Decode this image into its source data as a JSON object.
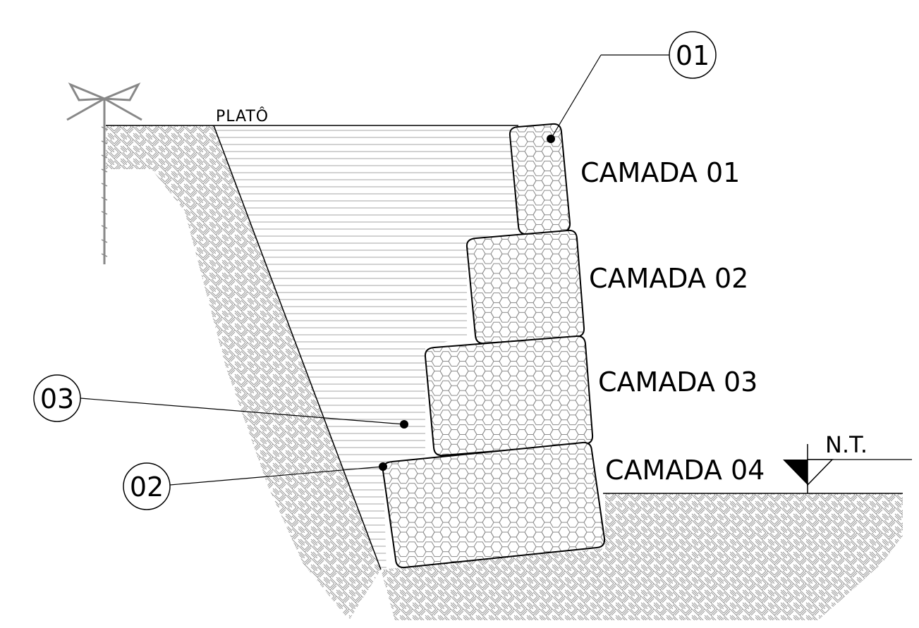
{
  "plateau_label": "PLATÔ",
  "terrain_level_label": "N.T.",
  "callouts": [
    {
      "id": "01",
      "text": "01"
    },
    {
      "id": "02",
      "text": "02"
    },
    {
      "id": "03",
      "text": "03"
    }
  ],
  "layers": [
    {
      "label": "CAMADA 01"
    },
    {
      "label": "CAMADA 02"
    },
    {
      "label": "CAMADA 03"
    },
    {
      "label": "CAMADA 04"
    }
  ],
  "colors": {
    "line": "#000000",
    "hatch": "#9a9a9a",
    "mesh": "#8a8a8a",
    "background": "#ffffff"
  },
  "icons": {
    "tree": "tree-icon",
    "level_marker": "level-triangle-icon"
  }
}
